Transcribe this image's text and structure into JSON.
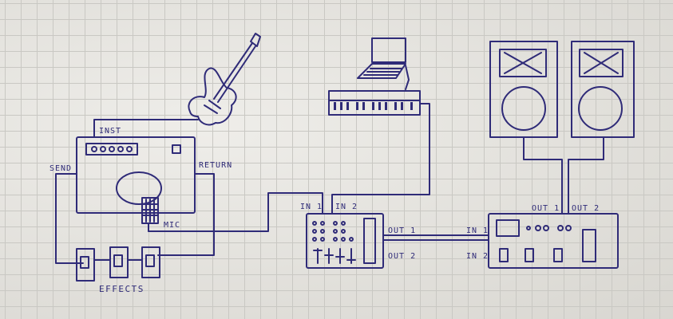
{
  "labels": {
    "inst": "INST",
    "send": "SEND",
    "return": "RETURN",
    "mic": "MIC",
    "effects": "EFFECTS",
    "mixer_in1": "IN 1",
    "mixer_in2": "IN 2",
    "mixer_out1": "OUT 1",
    "mixer_out2": "OUT 2",
    "amp_in1": "IN 1",
    "amp_in2": "IN 2",
    "amp_out1": "OUT 1",
    "amp_out2": "OUT 2"
  },
  "colors": {
    "ink": "#2f2b78",
    "paper": "#e6e4de",
    "grid": "#c9c8c3"
  }
}
